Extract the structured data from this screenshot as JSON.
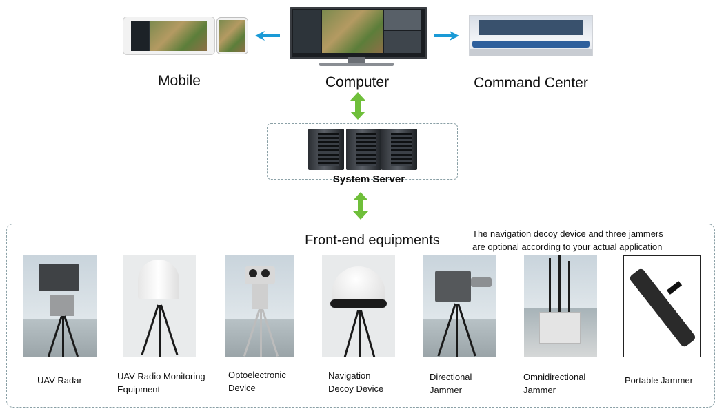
{
  "top": {
    "mobile_label": "Mobile",
    "computer_label": "Computer",
    "command_label": "Command Center"
  },
  "server": {
    "label": "System Server"
  },
  "frontend": {
    "title": "Front-end equipments",
    "note_line1": "The navigation decoy device and three jammers",
    "note_line2": "are optional according to your actual application",
    "devices": [
      {
        "line1": "UAV Radar",
        "line2": ""
      },
      {
        "line1": "UAV Radio Monitoring",
        "line2": "Equipment"
      },
      {
        "line1": "Optoelectronic",
        "line2": "Device"
      },
      {
        "line1": "Navigation",
        "line2": "Decoy Device"
      },
      {
        "line1": "Directional",
        "line2": "Jammer"
      },
      {
        "line1": "Omnidirectional",
        "line2": "Jammer"
      },
      {
        "line1": "Portable Jammer",
        "line2": ""
      }
    ]
  },
  "colors": {
    "arrow_blue": "#1a9ad6",
    "arrow_green": "#6fbf3a",
    "dashed_border": "#8aa0a6"
  },
  "icons": [
    "left-arrow-icon",
    "right-arrow-icon",
    "double-arrow-icon"
  ]
}
